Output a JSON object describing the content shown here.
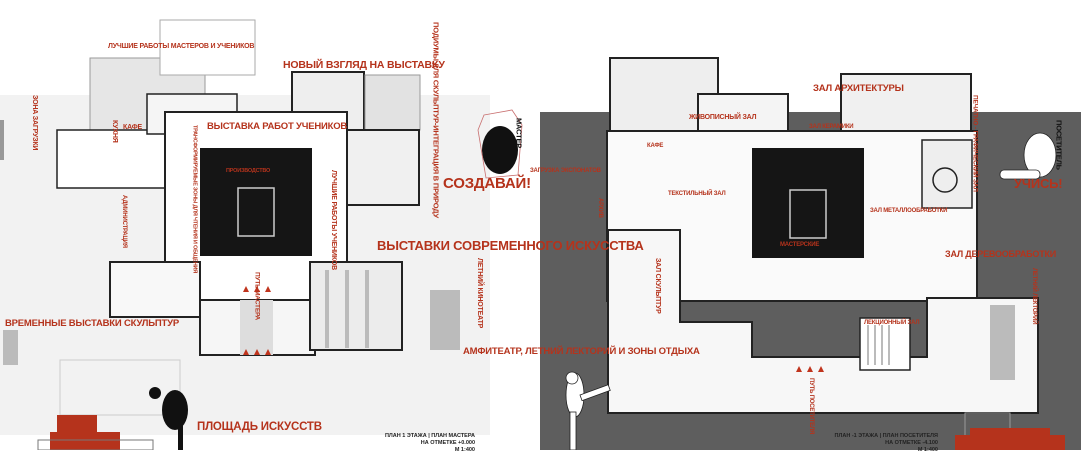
{
  "colors": {
    "accent": "#b5331c",
    "panel": "#5e5e5e",
    "core": "#151515"
  },
  "master_plan": {
    "labels": {
      "best_works_all": "ЛУЧШИЕ РАБОТЫ МАСТЕРОВ И УЧЕНИКОВ",
      "new_view": "НОВЫЙ ВЗГЛЯД НА ВЫСТАВКУ",
      "loading_zone": "ЗОНА ЗАГРУЗКИ",
      "kitchen": "КУХНЯ",
      "cafe": "КАФЕ",
      "student_exhibition": "ВЫСТАВКА РАБОТ УЧЕНИКОВ",
      "transform_zones": "ТРАНСФОРМИРУЕМЫЕ ЗОНЫ ДЛЯ ЧТЕНИЯ И ОБЩЕНИЯ",
      "production": "ПРОИЗВОДСТВО",
      "best_student_works": "ЛУЧШИЕ РАБОТЫ УЧЕНИКОВ",
      "administration": "АДМИНИСТРАЦИЯ",
      "podiums": "ПОДИУМЫ ДЛЯ СКУЛЬПТУР-ИНТЕГРАЦИЯ В ПРИРОДУ",
      "master": "МАСТЕР",
      "create": "СОЗДАВАЙ!",
      "contemporary_art": "ВЫСТАВКИ СОВРЕМЕННОГО ИСКУССТВА",
      "summer_cinema": "ЛЕТНИЙ КИНОТЕАТР",
      "master_path": "ПУТЬ МАСТЕРА",
      "temp_sculpture": "ВРЕМЕННЫЕ ВЫСТАВКИ СКУЛЬПТУР",
      "amphitheatre": "АМФИТЕАТР, ЛЕТНИЙ ЛЕКТОРИЙ И ЗОНЫ ОТДЫХА",
      "arts_square": "ПЛОЩАДЬ ИСКУССТВ"
    },
    "caption": [
      "ПЛАН 1 ЭТАЖА | ПЛАН МАСТЕРА",
      "НА ОТМЕТКЕ +0.000",
      "М 1:400"
    ]
  },
  "visitor_plan": {
    "labels": {
      "architecture_hall": "ЗАЛ АРХИТЕКТУРЫ",
      "painting_hall": "ЖИВОПИСНЫЙ ЗАЛ",
      "ceramics_hall": "ЗАЛ КЕРАМИКИ",
      "print_hall": "ПЕЧАТНО - ГРАФИЧЕСКИЙ ЗАЛ",
      "visitor": "ПОСЕТИТЕЛЬ",
      "learn": "УЧИСЬ!",
      "cafe": "КАФЕ",
      "exhibit_loading": "ЗАГРУЗКА ЭКСПОНАТОВ",
      "textile_hall": "ТЕКСТИЛЬНЫЙ ЗАЛ",
      "metal_hall": "ЗАЛ МЕТАЛЛООБРАБОТКИ",
      "archive": "АРХИВ",
      "workshops": "МАСТЕРСКИЕ",
      "wood_hall": "ЗАЛ ДЕРЕВООБРАБОТКИ",
      "summer_lecture": "ЛЕТНИЙ ЛЕКТОРИЙ",
      "sculpture_hall": "ЗАЛ СКУЛЬПТУР",
      "lecture_hall": "ЛЕКЦИОННЫЙ ЗАЛ",
      "visitor_path": "ПУТЬ ПОСЕТИТЕЛЯ"
    },
    "caption": [
      "ПЛАН -1 ЭТАЖА | ПЛАН ПОСЕТИТЕЛЯ",
      "НА ОТМЕТКЕ -4.100",
      "М 1:400"
    ]
  }
}
